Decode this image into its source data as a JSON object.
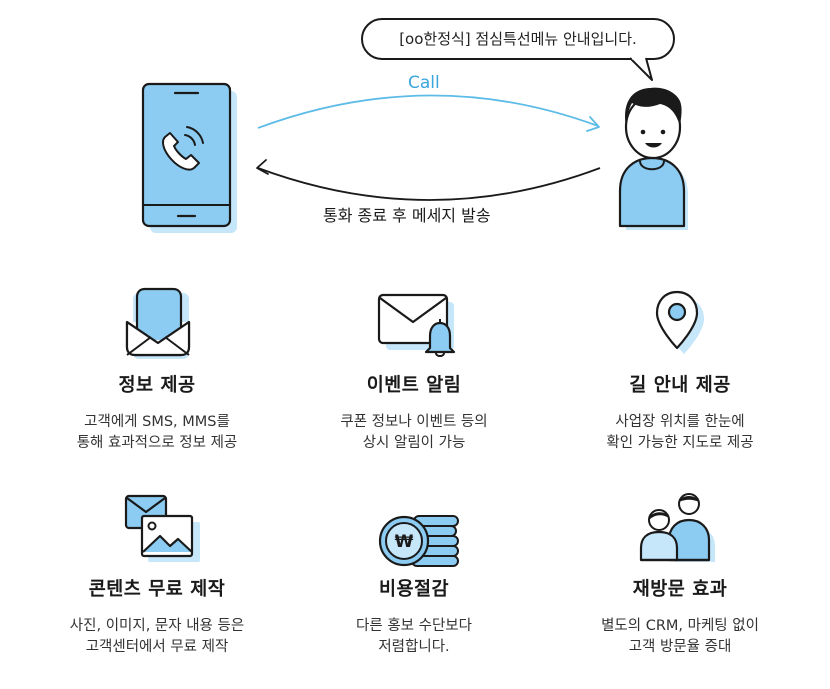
{
  "header": {
    "bubble_text": "[oo한정식] 점심특선메뉴 안내입니다.",
    "call_label": "Call",
    "end_call_label": "통화 종료 후 메세지 발송"
  },
  "colors": {
    "accent_blue": "#8cccf2",
    "light_blue": "#c6e6fa",
    "line_blue": "#5dbbe8",
    "outline": "#1a1a1a"
  },
  "features": [
    {
      "icon": "envelope-icon",
      "title": "정보 제공",
      "desc": "고객에게 SMS, MMS를\n통해 효과적으로 정보 제공"
    },
    {
      "icon": "mail-bell-icon",
      "title": "이벤트 알림",
      "desc": "쿠폰 정보나 이벤트 등의\n상시 알림이 가능"
    },
    {
      "icon": "location-pin-icon",
      "title": "길 안내 제공",
      "desc": "사업장 위치를 한눈에\n확인 가능한 지도로 제공"
    },
    {
      "icon": "mail-image-icon",
      "title": "콘텐츠 무료 제작",
      "desc": "사진, 이미지, 문자 내용 등은\n고객센터에서 무료 제작"
    },
    {
      "icon": "coins-icon",
      "title": "비용절감",
      "desc": "다른 홍보 수단보다\n저렴합니다."
    },
    {
      "icon": "customers-icon",
      "title": "재방문 효과",
      "desc": "별도의 CRM, 마케팅 없이\n고객 방문율 증대"
    }
  ]
}
